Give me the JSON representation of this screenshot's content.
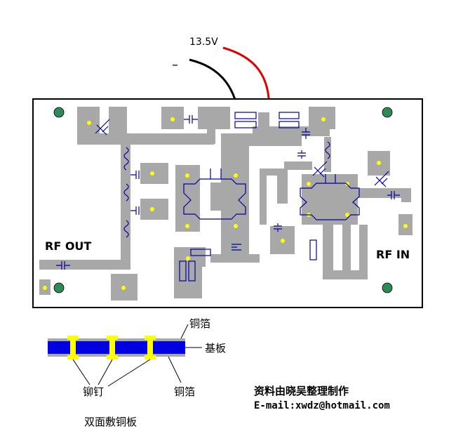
{
  "supply": {
    "voltage_label": "13.5V",
    "negative_label": "–"
  },
  "board": {
    "rf_out_label": "RF OUT",
    "rf_in_label": "RF IN"
  },
  "colors": {
    "copper": "#a8a8a8",
    "via": "#ffff00",
    "component": "#0000a0",
    "positive_wire": "#e00000",
    "negative_wire": "#000000",
    "substrate": "#0000e0",
    "mounting_hole": "#2e8b57"
  },
  "cross_section": {
    "top_foil_label": "铜箔",
    "substrate_label": "基板",
    "rivet_label": "铆钉",
    "bottom_foil_label": "铜箔",
    "caption": "双面敷铜板"
  },
  "credits": {
    "line1": "资料由晓吴整理制作",
    "line2": "E-mail:xwdz@hotmail.com"
  }
}
